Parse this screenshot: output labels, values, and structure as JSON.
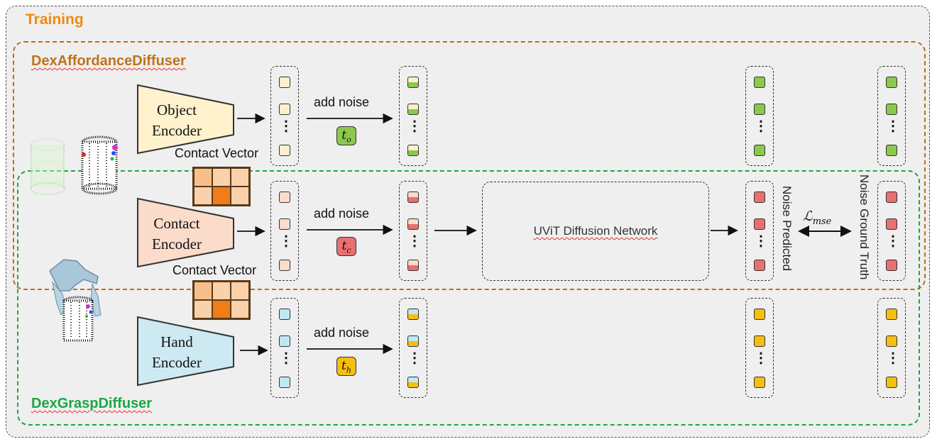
{
  "training_title": "Training",
  "affordance_title": "DexAffordanceDiffuser",
  "grasp_title": "DexGraspDiffuser",
  "encoders": {
    "object": [
      "Object",
      "Encoder"
    ],
    "contact": [
      "Contact",
      "Encoder"
    ],
    "hand": [
      "Hand",
      "Encoder"
    ]
  },
  "add_noise": "add noise",
  "contact_vector_label": "Contact Vector",
  "timesteps": {
    "object": "t",
    "object_sub": "o",
    "contact": "t",
    "contact_sub": "c",
    "hand": "t",
    "hand_sub": "h"
  },
  "uvit_label": "UViT Diffusion Network",
  "noise_predicted": "Noise Predicted",
  "noise_ground_truth": "Noise Ground Truth",
  "loss_symbol": "ℒ",
  "loss_sub": "mse",
  "dots": "⋮",
  "colors": {
    "object_feature": "#fdf0cf",
    "contact_feature": "#fbdccb",
    "hand_feature": "#bfe8f4",
    "object_noise": "#8cc84b",
    "contact_noise": "#e87070",
    "hand_noise": "#f5bf10",
    "affordance_border": "#b8701c",
    "grasp_border": "#1aa843",
    "training_title": "#f08a10"
  }
}
